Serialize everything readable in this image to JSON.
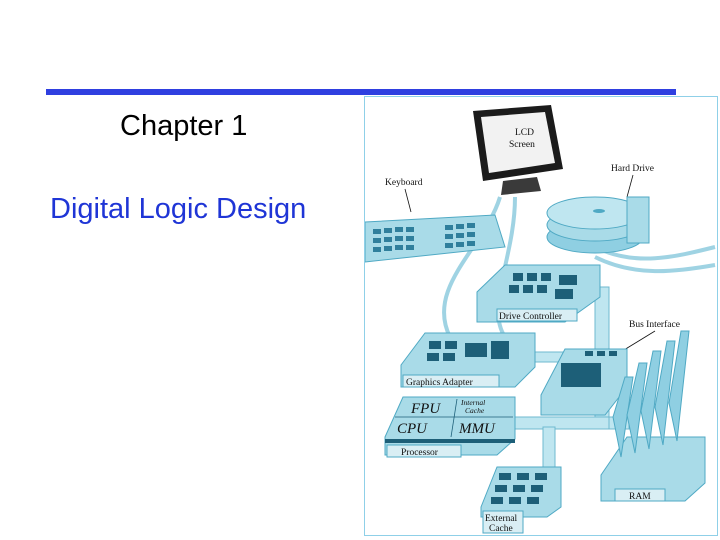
{
  "slide": {
    "chapter": "Chapter 1",
    "subtitle": "Digital Logic Design"
  },
  "figure": {
    "labels": {
      "lcd_line1": "LCD",
      "lcd_line2": "Screen",
      "keyboard": "Keyboard",
      "hard_drive": "Hard Drive",
      "drive_controller": "Drive Controller",
      "bus_interface": "Bus Interface",
      "graphics_adapter": "Graphics Adapter",
      "fpu": "FPU",
      "cpu": "CPU",
      "mmu": "MMU",
      "internal_cache_1": "Internal",
      "internal_cache_2": "Cache",
      "processor": "Processor",
      "ram": "RAM",
      "external_cache_1": "External",
      "external_cache_2": "Cache"
    },
    "colors": {
      "component": "#a9dbe8",
      "component_dark": "#4fa9c4",
      "bus": "#bfe6f0",
      "chip": "#1d5f78"
    }
  }
}
